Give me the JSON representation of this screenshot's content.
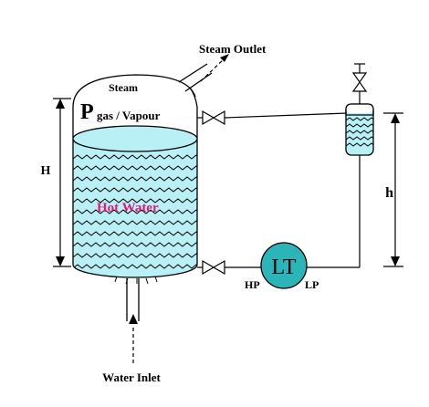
{
  "labels": {
    "steam_outlet": "Steam Outlet",
    "steam": "Steam",
    "p_symbol": "P",
    "p_subscript": "gas / Vapour",
    "hot_water": "Hot Water",
    "height_tank": "H",
    "height_chamber": "h",
    "transmitter": "LT",
    "hp": "HP",
    "lp": "LP",
    "water_inlet": "Water Inlet"
  },
  "colors": {
    "water": "#b9f0f5",
    "transmitter": "#2bb5b8",
    "hot_water_text": "#e0197d",
    "line": "#000000"
  },
  "icons": {
    "valve": "bowtie-valve-icon",
    "flow_arrow": "dashed-arrow-icon"
  }
}
